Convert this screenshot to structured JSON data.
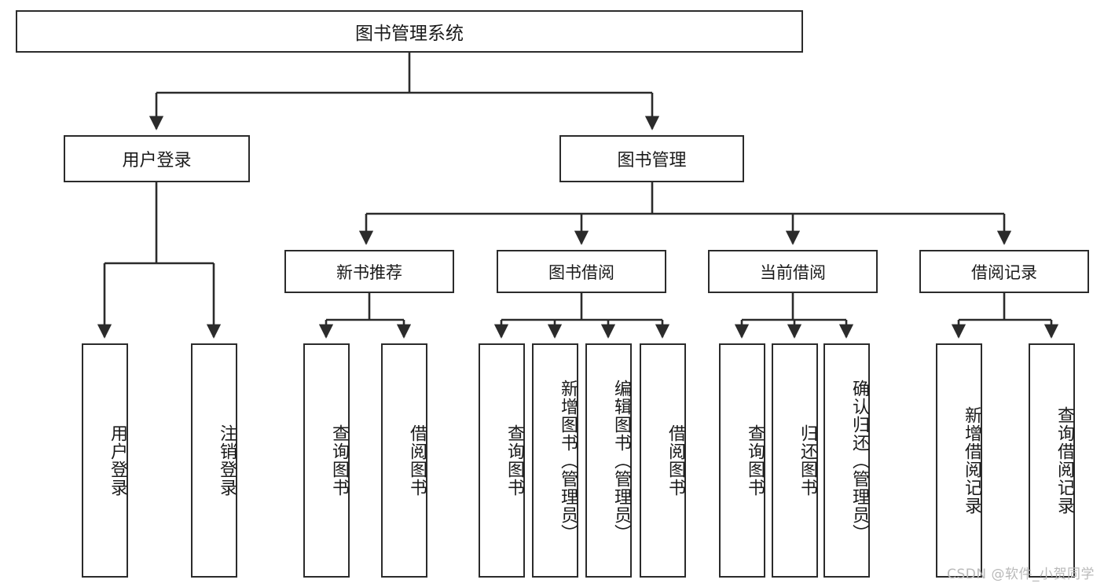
{
  "diagram": {
    "type": "tree",
    "title": "图书管理系统",
    "watermark": "CSDN @软件_小贺同学",
    "colors": {
      "box_border": "#2b2b2b",
      "box_fill": "#ffffff",
      "edge": "#2b2b2b",
      "text": "#1a1a1a",
      "watermark": "#b9b9b9",
      "background": "#ffffff"
    },
    "nodes": {
      "root": {
        "label": "图书管理系统"
      },
      "level1": [
        {
          "id": "login",
          "label": "用户登录"
        },
        {
          "id": "book_mgmt",
          "label": "图书管理"
        }
      ],
      "level2": [
        {
          "id": "new_book_rec",
          "label": "新书推荐"
        },
        {
          "id": "book_borrow",
          "label": "图书借阅"
        },
        {
          "id": "current_borrow",
          "label": "当前借阅"
        },
        {
          "id": "borrow_record",
          "label": "借阅记录"
        }
      ],
      "leaves": {
        "login": [
          {
            "id": "user_login",
            "label": "用户登录"
          },
          {
            "id": "user_logout",
            "label": "注销登录"
          }
        ],
        "new_book_rec": [
          {
            "id": "query_book_1",
            "label": "查询图书"
          },
          {
            "id": "borrow_book_1",
            "label": "借阅图书"
          }
        ],
        "book_borrow": [
          {
            "id": "query_book_2",
            "label": "查询图书"
          },
          {
            "id": "add_book",
            "label": "新增图书（管理员）"
          },
          {
            "id": "edit_book",
            "label": "编辑图书（管理员）"
          },
          {
            "id": "borrow_book_2",
            "label": "借阅图书"
          }
        ],
        "current_borrow": [
          {
            "id": "query_book_3",
            "label": "查询图书"
          },
          {
            "id": "return_book",
            "label": "归还图书"
          },
          {
            "id": "confirm_return",
            "label": "确认归还（管理员）"
          }
        ],
        "borrow_record": [
          {
            "id": "add_record",
            "label": "新增借阅记录"
          },
          {
            "id": "query_record",
            "label": "查询借阅记录"
          }
        ]
      }
    }
  }
}
